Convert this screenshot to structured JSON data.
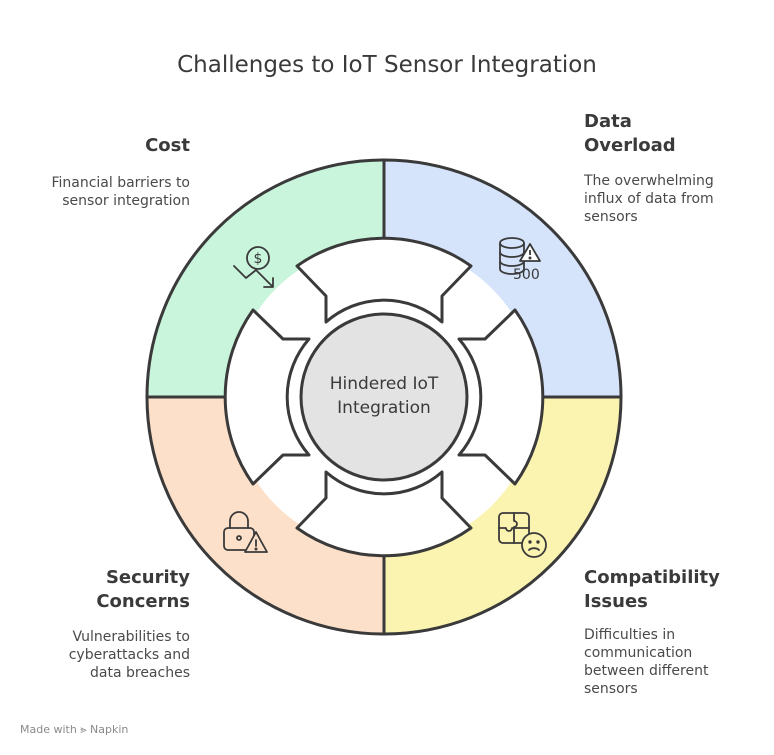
{
  "title": "Challenges to IoT Sensor Integration",
  "center": "Hindered IoT Integration",
  "quadrants": {
    "cost": {
      "title": "Cost",
      "description": "Financial barriers to sensor integration",
      "color": "#c9f5dd",
      "icon": "money-down-icon"
    },
    "data_overload": {
      "title": "Data Overload",
      "description": "The overwhelming influx of data from sensors",
      "color": "#d5e3fb",
      "icon": "database-warning-icon",
      "icon_text": "500"
    },
    "compatibility": {
      "title": "Compatibility Issues",
      "description": "Difficulties in communication between different sensors",
      "color": "#fbf3b0",
      "icon": "puzzle-face-icon"
    },
    "security": {
      "title": "Security Concerns",
      "description": "Vulnerabilities to cyberattacks and data breaches",
      "color": "#fde0c9",
      "icon": "lock-warning-icon"
    }
  },
  "footer": "Made with  ⪢ Napkin"
}
